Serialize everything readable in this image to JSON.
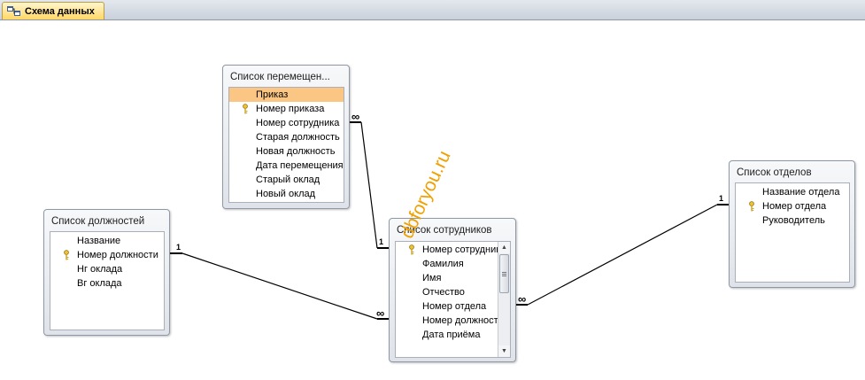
{
  "tab": {
    "label": "Схема данных",
    "icon": "relationships-icon"
  },
  "watermark": "dbforyou.ru",
  "tables": {
    "moves": {
      "title": "Список перемещен...",
      "fields": [
        "Приказ",
        "Номер приказа",
        "Номер сотрудника",
        "Старая должность",
        "Новая должность",
        "Дата перемещения",
        "Старый оклад",
        "Новый оклад"
      ],
      "key_field": "Номер приказа",
      "selected_field": "Приказ"
    },
    "positions": {
      "title": "Список должностей",
      "fields": [
        "Название",
        "Номер должности",
        "Нг оклада",
        "Вг оклада"
      ],
      "key_field": "Номер должности"
    },
    "employees": {
      "title": "Список сотрудников",
      "fields": [
        "Номер сотрудника",
        "Фамилия",
        "Имя",
        "Отчество",
        "Номер отдела",
        "Номер должности",
        "Дата приёма"
      ],
      "key_field": "Номер сотрудника"
    },
    "departments": {
      "title": "Список отделов",
      "fields": [
        "Название отдела",
        "Номер отдела",
        "Руководитель"
      ],
      "key_field": "Номер отдела"
    }
  },
  "relations": {
    "one": "1",
    "many": "∞"
  },
  "colors": {
    "selected_row": "#fbc683",
    "tab_active": "#ffd766",
    "watermark": "#f0a000"
  }
}
